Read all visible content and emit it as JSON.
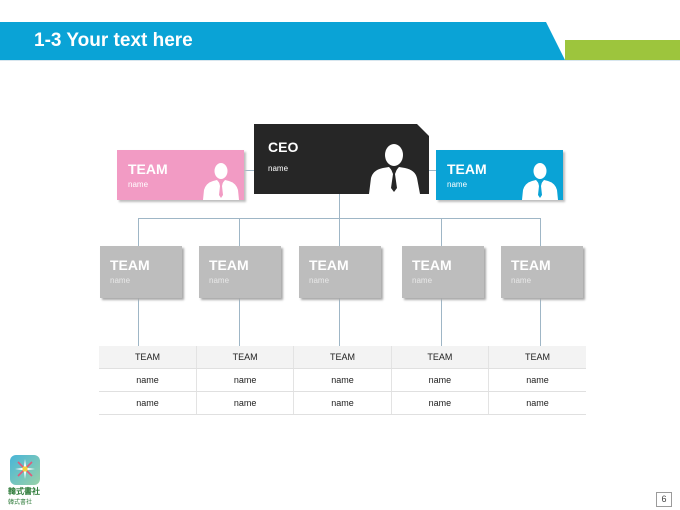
{
  "header": {
    "title": "1-3 Your text here"
  },
  "org_chart": {
    "ceo": {
      "title": "CEO",
      "name": "name"
    },
    "top_teams": [
      {
        "title": "TEAM",
        "name": "name",
        "color": "#f29bc4"
      },
      {
        "title": "TEAM",
        "name": "name",
        "color": "#0aa3d6"
      }
    ],
    "teams": [
      {
        "title": "TEAM",
        "name": "name"
      },
      {
        "title": "TEAM",
        "name": "name"
      },
      {
        "title": "TEAM",
        "name": "name"
      },
      {
        "title": "TEAM",
        "name": "name"
      },
      {
        "title": "TEAM",
        "name": "name"
      }
    ]
  },
  "table": {
    "headers": [
      "TEAM",
      "TEAM",
      "TEAM",
      "TEAM",
      "TEAM"
    ],
    "rows": [
      [
        "name",
        "name",
        "name",
        "name",
        "name"
      ],
      [
        "name",
        "name",
        "name",
        "name",
        "name"
      ]
    ]
  },
  "logo": {
    "line1": "韓式書社",
    "line2": "韓式書社"
  },
  "page_number": "6",
  "colors": {
    "accent_blue": "#0aa3d6",
    "accent_green": "#9dc53d",
    "accent_pink": "#f29bc4",
    "ceo_dark": "#262626",
    "team_grey": "#bdbdbd"
  }
}
